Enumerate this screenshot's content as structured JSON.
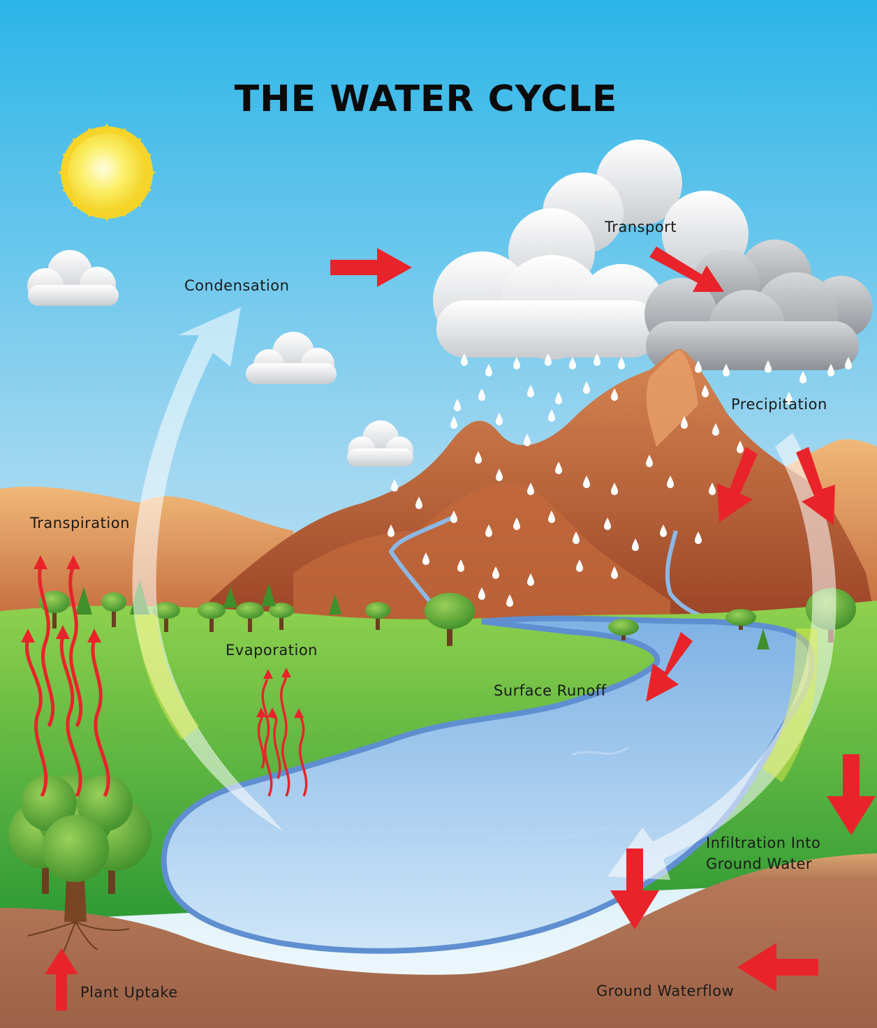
{
  "title": "THE WATER CYCLE",
  "labels": {
    "condensation": "Condensation",
    "transport": "Transport",
    "precipitation": "Precipitation",
    "transpiration": "Transpiration",
    "evaporation": "Evaporation",
    "surface_runoff": "Surface Runoff",
    "infiltration_line1": "Infiltration Into",
    "infiltration_line2": "Ground Water",
    "plant_uptake": "Plant Uptake",
    "ground_waterflow": "Ground Waterflow"
  },
  "colors": {
    "sky_top": "#2bb5e8",
    "sky_bottom": "#f2f9fc",
    "arrow_red": "#e8242a",
    "grass": "#4fb83a",
    "mountain": "#b7552f",
    "water": "#8bbfe8",
    "soil": "#a96a4c",
    "sun": "#f7e03c"
  }
}
